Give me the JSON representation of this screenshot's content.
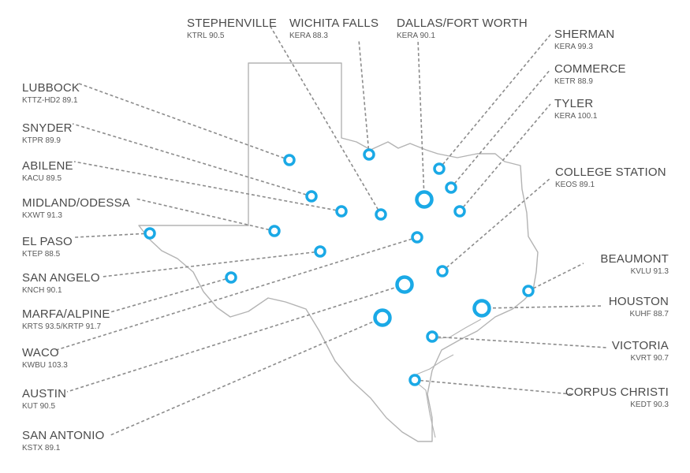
{
  "map": {
    "outline_color": "#b3b3b3",
    "leader_color": "#8c8c8c",
    "marker_color": "#1aa9e6",
    "stations": [
      {
        "id": "lubbock",
        "city": "LUBBOCK",
        "freq": "KTTZ-HD2 89.1",
        "size": "small"
      },
      {
        "id": "snyder",
        "city": "SNYDER",
        "freq": "KTPR 89.9",
        "size": "small"
      },
      {
        "id": "abilene",
        "city": "ABILENE",
        "freq": "KACU 89.5",
        "size": "small"
      },
      {
        "id": "midland-odessa",
        "city": "MIDLAND/ODESSA",
        "freq": "KXWT 91.3",
        "size": "small"
      },
      {
        "id": "el-paso",
        "city": "EL PASO",
        "freq": "KTEP 88.5",
        "size": "small"
      },
      {
        "id": "san-angelo",
        "city": "SAN ANGELO",
        "freq": "KNCH 90.1",
        "size": "small"
      },
      {
        "id": "marfa-alpine",
        "city": "MARFA/ALPINE",
        "freq": "KRTS 93.5/KRTP 91.7",
        "size": "small"
      },
      {
        "id": "waco",
        "city": "WACO",
        "freq": "KWBU 103.3",
        "size": "small"
      },
      {
        "id": "austin",
        "city": "AUSTIN",
        "freq": "KUT 90.5",
        "size": "large"
      },
      {
        "id": "san-antonio",
        "city": "SAN ANTONIO",
        "freq": "KSTX 89.1",
        "size": "large"
      },
      {
        "id": "stephenville",
        "city": "STEPHENVILLE",
        "freq": "KTRL 90.5",
        "size": "small"
      },
      {
        "id": "wichita-falls",
        "city": "WICHITA FALLS",
        "freq": "KERA 88.3",
        "size": "small"
      },
      {
        "id": "dallas-fort-worth",
        "city": "DALLAS/FORT WORTH",
        "freq": "KERA 90.1",
        "size": "large"
      },
      {
        "id": "sherman",
        "city": "SHERMAN",
        "freq": "KERA 99.3",
        "size": "small"
      },
      {
        "id": "commerce",
        "city": "COMMERCE",
        "freq": "KETR 88.9",
        "size": "small"
      },
      {
        "id": "tyler",
        "city": "TYLER",
        "freq": "KERA 100.1",
        "size": "small"
      },
      {
        "id": "college-station",
        "city": "COLLEGE STATION",
        "freq": "KEOS 89.1",
        "size": "small"
      },
      {
        "id": "beaumont",
        "city": "BEAUMONT",
        "freq": "KVLU 91.3",
        "size": "small"
      },
      {
        "id": "houston",
        "city": "HOUSTON",
        "freq": "KUHF 88.7",
        "size": "large"
      },
      {
        "id": "victoria",
        "city": "VICTORIA",
        "freq": "KVRT 90.7",
        "size": "small"
      },
      {
        "id": "corpus-christi",
        "city": "CORPUS CHRISTI",
        "freq": "KEDT 90.3",
        "size": "small"
      }
    ]
  }
}
